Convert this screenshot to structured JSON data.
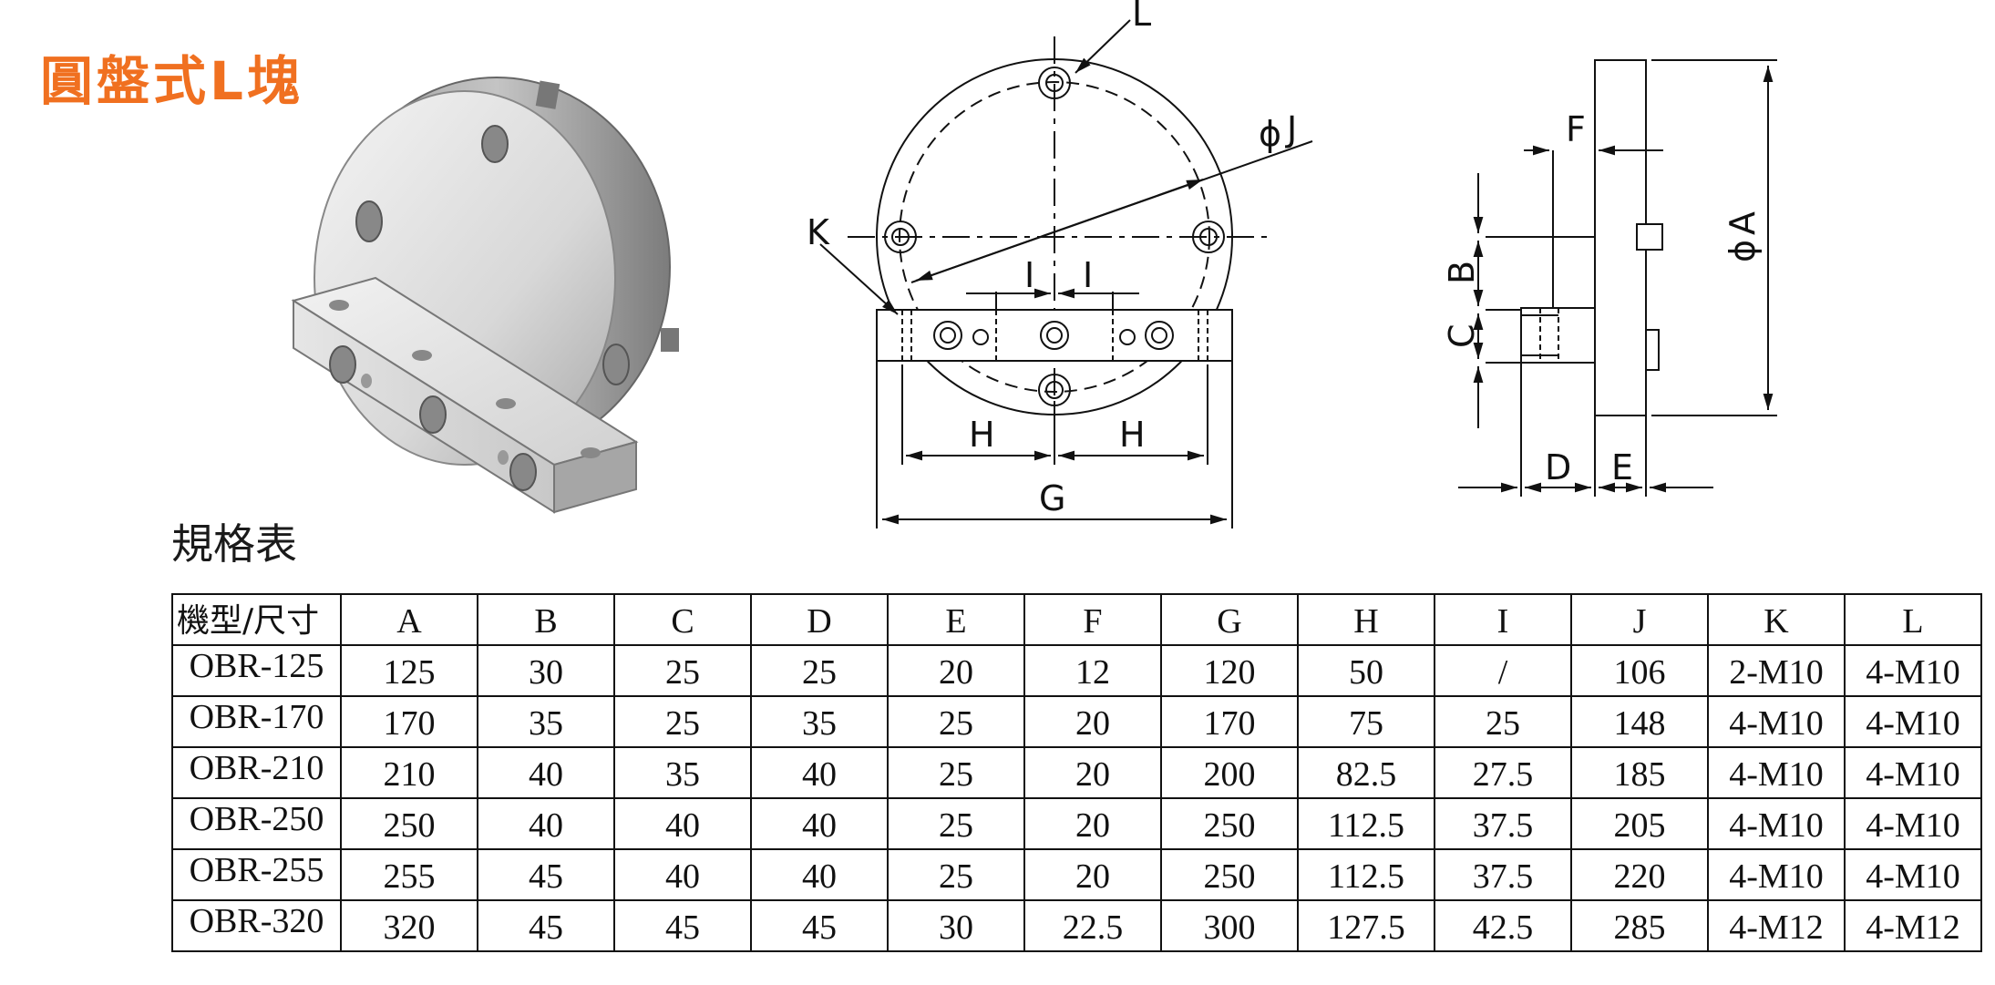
{
  "title": "圓盤式L塊",
  "subtitle": "規格表",
  "drawing_labels": {
    "L": "L",
    "J": "J",
    "K": "K",
    "I1": "I",
    "I2": "I",
    "H1": "H",
    "H2": "H",
    "G": "G",
    "F": "F",
    "B": "B",
    "C": "C",
    "D": "D",
    "E": "E",
    "A": "A",
    "phi": "ϕ"
  },
  "table": {
    "headers": [
      "機型/尺寸",
      "A",
      "B",
      "C",
      "D",
      "E",
      "F",
      "G",
      "H",
      "I",
      "J",
      "K",
      "L"
    ],
    "rows": [
      [
        "OBR-125",
        "125",
        "30",
        "25",
        "25",
        "20",
        "12",
        "120",
        "50",
        "/",
        "106",
        "2-M10",
        "4-M10"
      ],
      [
        "OBR-170",
        "170",
        "35",
        "25",
        "35",
        "25",
        "20",
        "170",
        "75",
        "25",
        "148",
        "4-M10",
        "4-M10"
      ],
      [
        "OBR-210",
        "210",
        "40",
        "35",
        "40",
        "25",
        "20",
        "200",
        "82.5",
        "27.5",
        "185",
        "4-M10",
        "4-M10"
      ],
      [
        "OBR-250",
        "250",
        "40",
        "40",
        "40",
        "25",
        "20",
        "250",
        "112.5",
        "37.5",
        "205",
        "4-M10",
        "4-M10"
      ],
      [
        "OBR-255",
        "255",
        "45",
        "40",
        "40",
        "25",
        "20",
        "250",
        "112.5",
        "37.5",
        "220",
        "4-M10",
        "4-M10"
      ],
      [
        "OBR-320",
        "320",
        "45",
        "45",
        "45",
        "30",
        "22.5",
        "300",
        "127.5",
        "42.5",
        "285",
        "4-M12",
        "4-M12"
      ]
    ]
  }
}
